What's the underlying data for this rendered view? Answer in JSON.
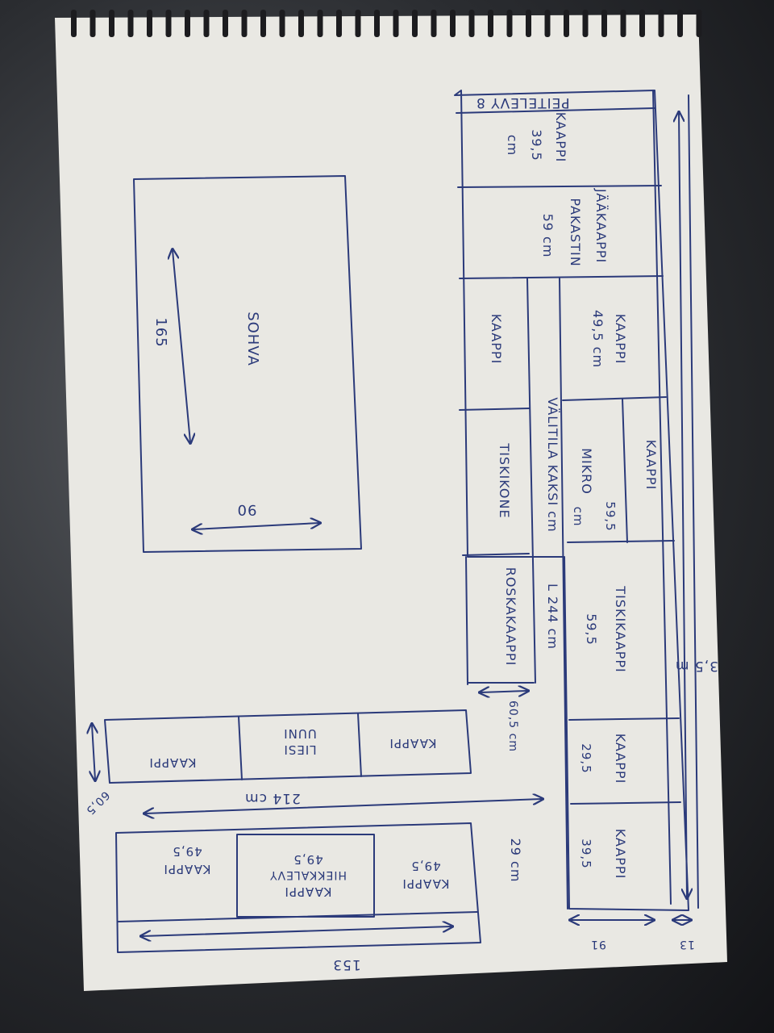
{
  "colors": {
    "paper": "#e9e8e3",
    "ink": "#2b3a7a",
    "background": "#2a2c30",
    "spiral": "#1c1c1f"
  },
  "sketch": {
    "wall_top": {
      "peitelevy": "PEITELEVY 8",
      "kaappi_1": [
        "KAAPPI",
        "39,5",
        "cm"
      ],
      "jaakaappi": [
        "JÄÄKAAPPI",
        "PAKASTIN",
        "59 cm"
      ],
      "kaappi_2": [
        "KAAPPI",
        "49,5 cm"
      ],
      "kaappi_3": "KAAPPI",
      "mikro": [
        "MIKRO",
        "59,5",
        "cm"
      ],
      "tiskikaappi": [
        "TISKIKAAPPI",
        "59,5"
      ],
      "kaappi_4": [
        "KAAPPI",
        "29,5"
      ],
      "kaappi_5": [
        "KAAPPI",
        "39,5"
      ],
      "counter_lower_kaappi": "KAAPPI",
      "tiskikone": "TISKIKONE",
      "roskakaappi": "ROSKAKAAPPI",
      "valitila": "VÄLITILA KAKSI cm",
      "counter_length": "L 244 cm",
      "overall_length": "3,5 m",
      "depth_60_5": "60,5 cm",
      "dim_91": "91",
      "dim_13": "13"
    },
    "sohva": {
      "label": "SOHVA",
      "length": "165",
      "width": "90"
    },
    "wall_left": {
      "kaappi_a": "KAAPPI",
      "liesi": [
        "LIESI",
        "UUNI"
      ],
      "kaappi_b": "KAAPPI",
      "length_214": "214 cm",
      "depth_60_5": "60,5"
    },
    "wall_bottom": {
      "kaappi_c": [
        "KAAPPI",
        "49,5"
      ],
      "kaappi_d": [
        "KAAPPI",
        "HIEKKALEVY",
        "49,5"
      ],
      "kaappi_e": [
        "KAAPPI",
        "49,5"
      ],
      "length_153": "153",
      "dim_29": "29 cm"
    }
  }
}
